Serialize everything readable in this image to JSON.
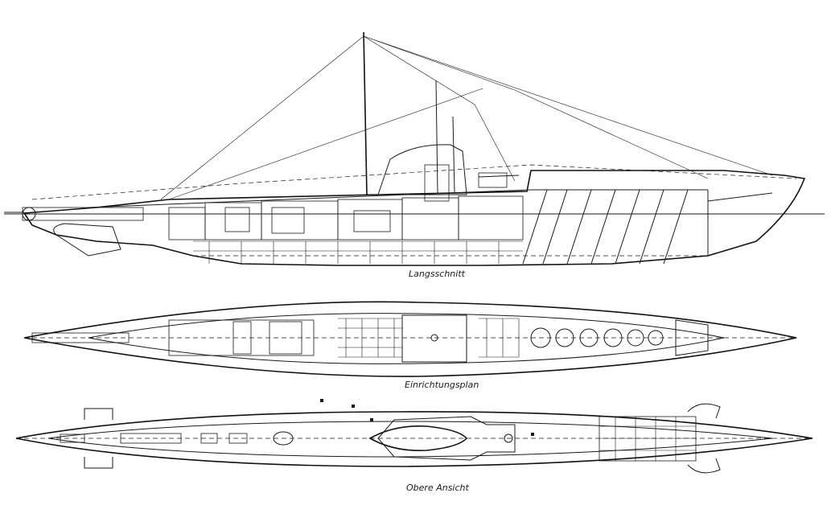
{
  "labels": {
    "longitudinal": "Langsschnitt",
    "arrangement": "Einrichtungsplan",
    "top_view": "Obere Ansicht"
  },
  "colors": {
    "ink": "#1a1a1a",
    "paper": "#ffffff"
  }
}
